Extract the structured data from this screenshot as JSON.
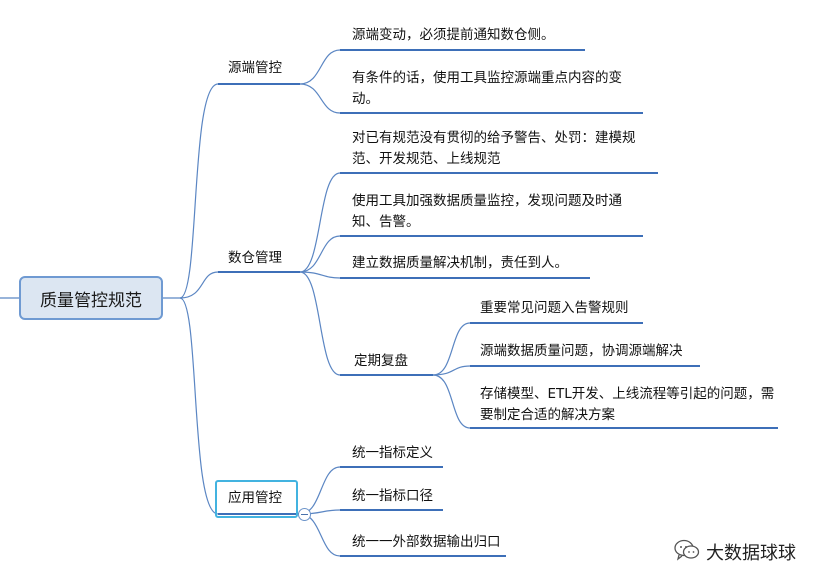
{
  "root": {
    "label": "质量管控规范"
  },
  "branches": {
    "source": {
      "label": "源端管控",
      "items": [
        "源端变动，必须提前通知数仓侧。",
        "有条件的话，使用工具监控源端重点内容的变动。"
      ]
    },
    "warehouse": {
      "label": "数仓管理",
      "items": [
        "对已有规范没有贯彻的给予警告、处罚：建模规范、开发规范、上线规范",
        "使用工具加强数据质量监控，发现问题及时通知、告警。",
        "建立数据质量解决机制，责任到人。"
      ],
      "review": {
        "label": "定期复盘",
        "items": [
          "重要常见问题入告警规则",
          "源端数据质量问题，协调源端解决",
          "存储模型、ETL开发、上线流程等引起的问题，需要制定合适的解决方案"
        ]
      }
    },
    "application": {
      "label": "应用管控",
      "items": [
        "统一指标定义",
        "统一指标口径",
        "统一一外部数据输出归口"
      ]
    }
  },
  "watermark": {
    "text": "大数据球球",
    "icon": "wechat-icon"
  },
  "colors": {
    "line": "#5b86c3",
    "underline": "#3d6fb8",
    "root_fill": "#dce6f2",
    "root_border": "#6f9ad2",
    "selection": "#43b3e0"
  }
}
